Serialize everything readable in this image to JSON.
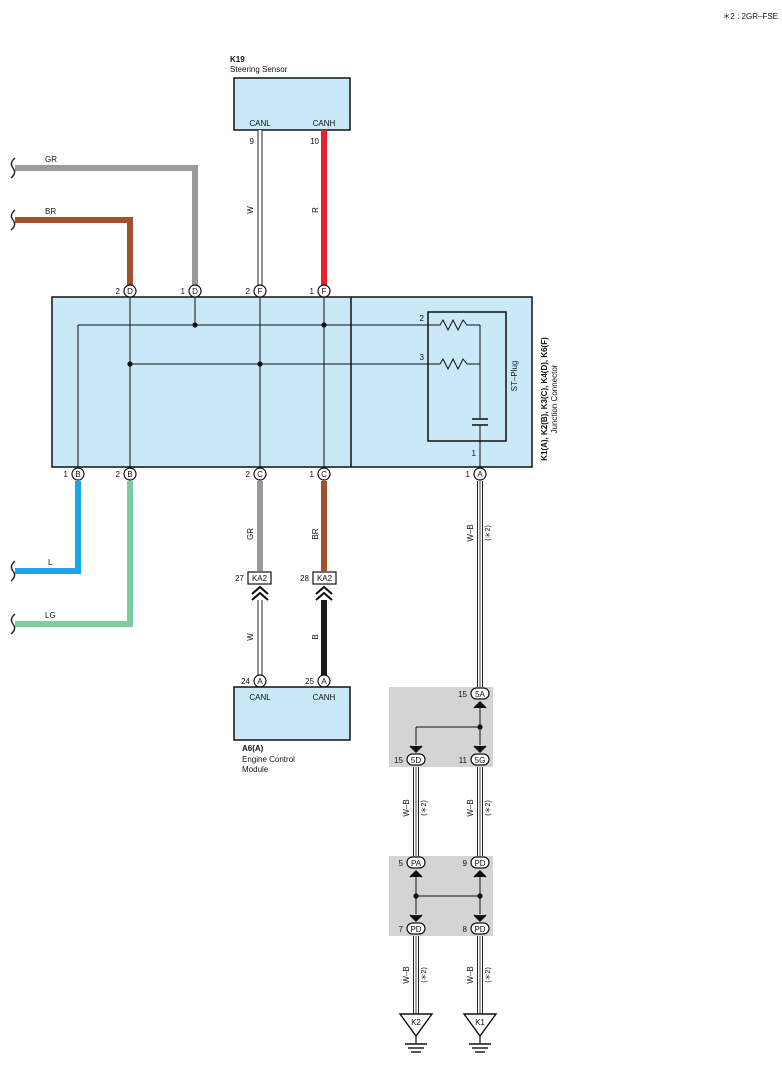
{
  "note": "＊2 : 2GR–FSE",
  "steering_sensor": {
    "id": "K19",
    "name": "Steering Sensor",
    "pin_canl": "CANL",
    "pin_canh": "CANH",
    "num_canl": "9",
    "num_canh": "10"
  },
  "wires": {
    "gr": "GR",
    "br": "BR",
    "l": "L",
    "lg": "LG",
    "w": "W",
    "r": "R",
    "b": "B",
    "wb": "W–B",
    "star2": "(＊2)"
  },
  "junction": {
    "ids": "K1(A), K2(B), K3(C), K4(D), K6(F)",
    "name": "Junction Connector",
    "top": [
      {
        "num": "2",
        "letter": "D"
      },
      {
        "num": "1",
        "letter": "D"
      },
      {
        "num": "2",
        "letter": "F"
      },
      {
        "num": "1",
        "letter": "F"
      }
    ],
    "bottom": [
      {
        "num": "1",
        "letter": "B"
      },
      {
        "num": "2",
        "letter": "B"
      },
      {
        "num": "2",
        "letter": "C"
      },
      {
        "num": "1",
        "letter": "C"
      },
      {
        "num": "1",
        "letter": "A"
      }
    ],
    "st_plug": "ST–Plug",
    "res1": "2",
    "res2": "3",
    "cap": "1"
  },
  "ka2": {
    "label": "KA2",
    "left": "27",
    "right": "28"
  },
  "ecm": {
    "id": "A6(A)",
    "name1": "Engine Control",
    "name2": "Module",
    "pin_canl": "CANL",
    "pin_canh": "CANH",
    "num_canl": "24",
    "num_canh": "25",
    "letter": "A"
  },
  "j1": {
    "in_num": "15",
    "in_lbl": "5A",
    "out_l_num": "15",
    "out_l_lbl": "5D",
    "out_r_num": "11",
    "out_r_lbl": "5G"
  },
  "j2": {
    "in_l_num": "5",
    "in_l_lbl": "PA",
    "in_r_num": "9",
    "in_r_lbl": "PD",
    "out_l_num": "7",
    "out_l_lbl": "PD",
    "out_r_num": "8",
    "out_r_lbl": "PD"
  },
  "grounds": {
    "g1": "K2",
    "g2": "K1"
  },
  "colors": {
    "gray": "#9a9a9a",
    "brown": "#a0522d",
    "red": "#e8202a",
    "blue": "#16a8e8",
    "green": "#7dcba0",
    "black": "#1a1a1a",
    "box": "#c9e8f8",
    "shade": "#d4d4d4"
  }
}
